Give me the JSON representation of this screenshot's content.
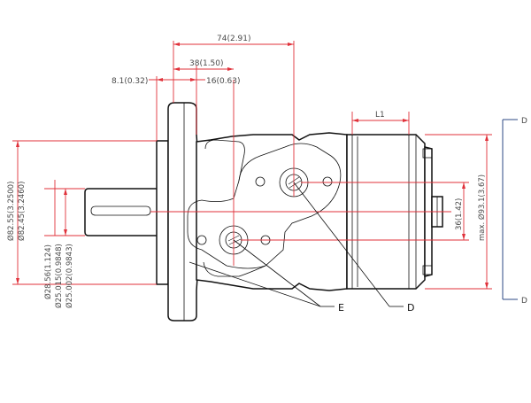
{
  "dimensions": {
    "overall_length": "74(2.91)",
    "flange_to_port": "38(1.50)",
    "pilot_length": "8.1(0.32)",
    "flange_thickness": "16(0.63)",
    "l1": "L1",
    "port_spacing": "36(1.42)",
    "max_diameter": "max. Ø93.1(3.67)",
    "flange_od": "Ø82.55(3.2500)",
    "flange_od_min": "Ø82.45(3.2460)",
    "shaft_key": "Ø28.56(1.124)",
    "shaft_od": "Ø25.015(0.9848)",
    "shaft_od_min": "Ø25.002(0.9843)"
  },
  "callouts": {
    "e": "E",
    "d": "D",
    "section_top": "D",
    "section_bottom": "D"
  },
  "colors": {
    "dimension_line": "#e0313a",
    "section_line": "#2c4a86",
    "outline": "#111111"
  }
}
